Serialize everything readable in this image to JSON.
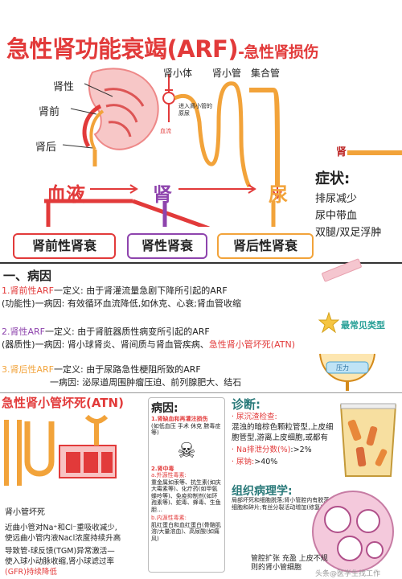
{
  "title": {
    "main": "急性肾功能衰竭(ARF)",
    "sub": "-急性肾损伤"
  },
  "anatomy": {
    "kidney_labels": [
      "肾性",
      "肾前",
      "肾后"
    ],
    "column_headers": [
      "肾小体",
      "肾小管",
      "集合管"
    ],
    "blood_label": "血流",
    "tubule_note": "进入肾小管的原尿",
    "partial_char": "肾"
  },
  "flow": {
    "blood": "血液",
    "kidney": "肾",
    "urine": "尿"
  },
  "categories": [
    "肾前性肾衰",
    "肾性肾衰",
    "肾后性肾衰"
  ],
  "symptoms": {
    "title": "症状:",
    "items": [
      "排尿减少",
      "尿中带血",
      "双腿/双足浮肿"
    ]
  },
  "etiology": {
    "heading": "一、病因",
    "prerenal": {
      "num": "1.",
      "name": "肾前性ARF",
      "def_label": "一定义:",
      "def": "由于肾灌流量急剧下降所引起的ARF",
      "type": "(功能性)",
      "cause_label": "一病因:",
      "cause": "有效循环血流降低,如休克、心衰;肾血管收缩"
    },
    "renal": {
      "num": "2.",
      "name": "肾性ARF",
      "def_label": "一定义:",
      "def": "由于肾脏器质性病变所引起的ARF",
      "type": "(器质性)",
      "cause_label": "一病因:",
      "cause": "肾小球肾炎、肾间质与肾血管疾病、",
      "cause_highlight": "急性肾小管坏死(ATN)",
      "star_note": "最常见类型"
    },
    "postrenal": {
      "num": "3.",
      "name": "肾后性ARF",
      "def_label": "一定义:",
      "def": "由于尿路急性梗阻所致的ARF",
      "cause_label": "一病因:",
      "cause": "泌尿道周围肿瘤压迫、前列腺肥大、结石",
      "pressure": "压力"
    }
  },
  "atn": {
    "title": "急性肾小管坏死(ATN)",
    "necrosis_label": "肾小管坏死",
    "notes": [
      "近曲小管对Na⁺和Cl⁻重吸收减少,",
      "使远曲小管内液Nacl浓度持续升高",
      "导致管-球反馈(TGM)异常激活—",
      "使入球小动脉收缩,肾小球滤过率",
      "(GFR)持续降低"
    ]
  },
  "cause_box": {
    "title": "病因:",
    "item1_title": "1.肾缺血和再灌注损伤",
    "item1_body": "(如低血压 手术 休克 脓毒症等)",
    "item2_title": "2.肾中毒",
    "exo_title": "a.外源性毒素:",
    "exo_body": "重金属如汞等、抗生素(如庆大霉素等)、化疗药(如甲氨蝶呤等)、免疫抑制剂(如环孢素等)、蛇毒、蜂毒、生鱼胆…",
    "endo_title": "b.内源性毒素:",
    "endo_body": "肌红蛋白和血红蛋白(骨骼肌溶/大量溶血)、高尿酸(如痛风)"
  },
  "diagnosis": {
    "title": "诊断:",
    "items": [
      {
        "label": "· 尿沉渣检查:",
        "body": "混浊的暗棕色颗粒管型,上皮细胞管型,游离上皮细胞,或都有"
      },
      {
        "label": "· Na排泄分数(%)",
        "body": ":>2%"
      },
      {
        "label": "· 尿钠:",
        "body": ">40%"
      }
    ]
  },
  "pathology": {
    "title": "组织病理学:",
    "body": "局部坏死和细胞脱落;肾小管腔内有脱落细胞和碎片;有丝分裂活动增加(修复)",
    "caption": "管腔扩张 充盈 上皮不规则的肾小管细胞",
    "watermark": "头条@医学生找工作"
  },
  "colors": {
    "red": "#e23a3a",
    "orange": "#f2a33a",
    "purple": "#8e44ad",
    "green": "#27ae60",
    "teal": "#2aa198"
  }
}
